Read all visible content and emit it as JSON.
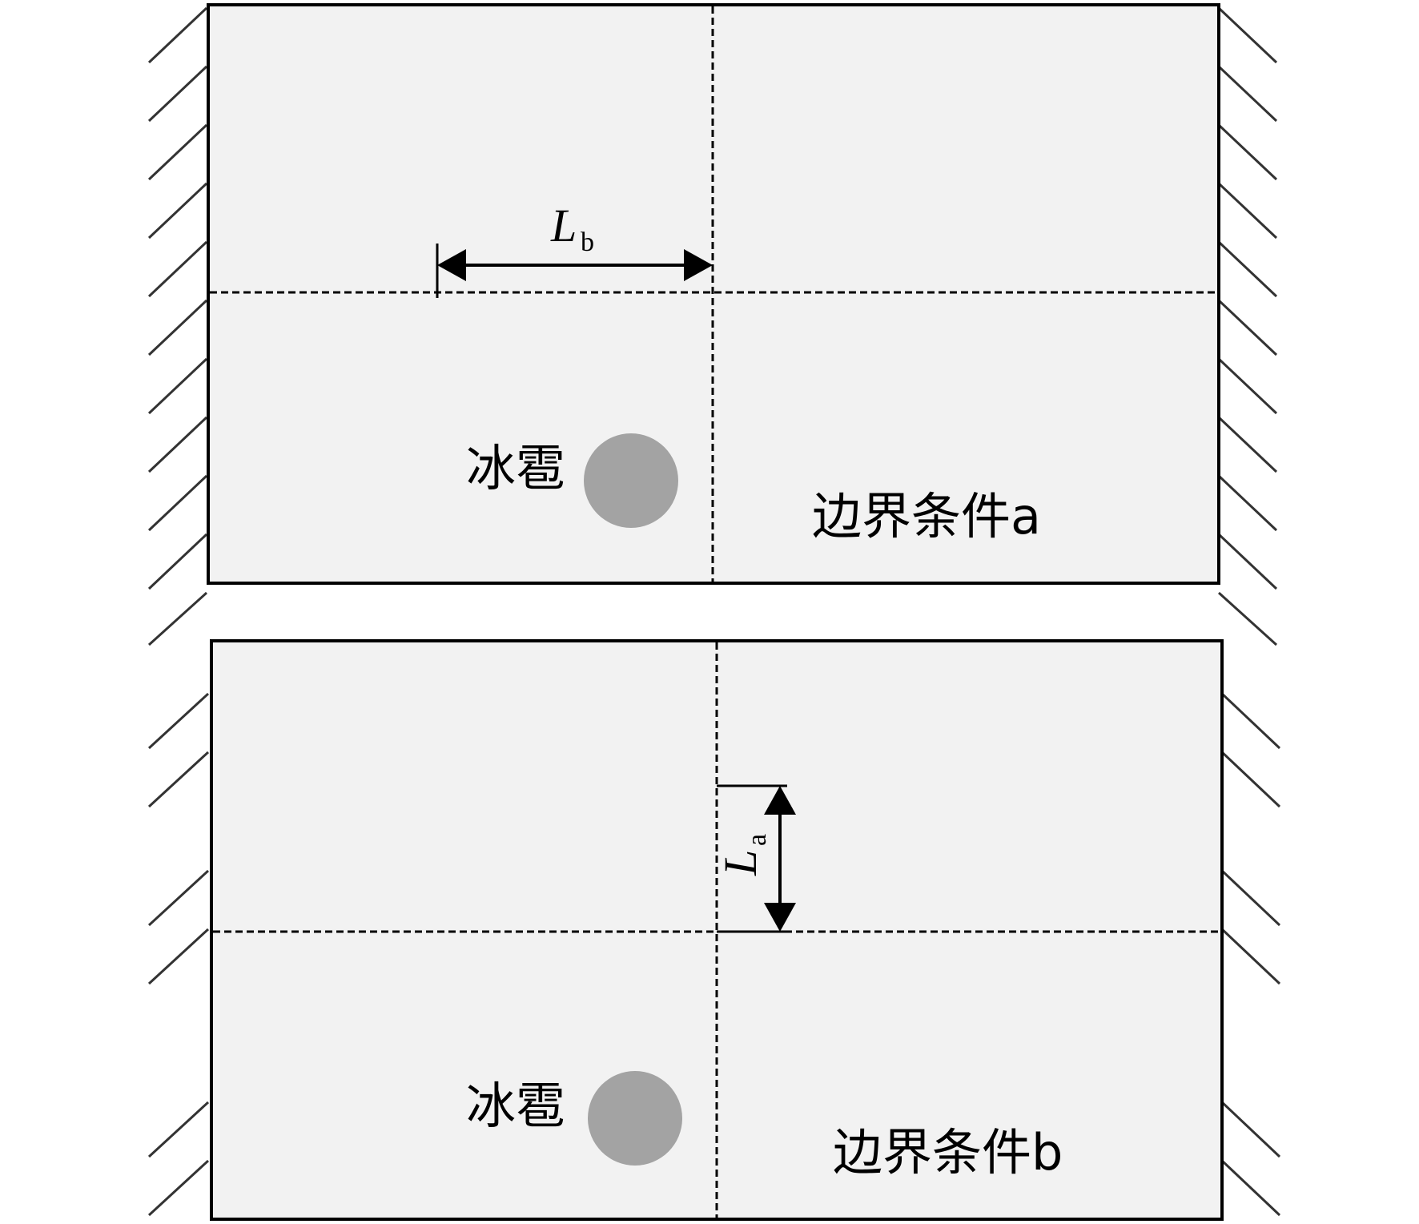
{
  "panels": [
    {
      "id": "a",
      "hail_label": "冰雹",
      "boundary_label": "边界条件a",
      "dimension": {
        "symbol": "L",
        "subscript": "b",
        "direction": "horizontal"
      }
    },
    {
      "id": "b",
      "hail_label": "冰雹",
      "boundary_label": "边界条件b",
      "dimension": {
        "symbol": "L",
        "subscript": "a",
        "direction": "vertical"
      }
    }
  ],
  "colors": {
    "panel_fill": "#f2f2f2",
    "outline": "#000000",
    "hail": "#a3a3a3",
    "hatch": "#333333"
  }
}
